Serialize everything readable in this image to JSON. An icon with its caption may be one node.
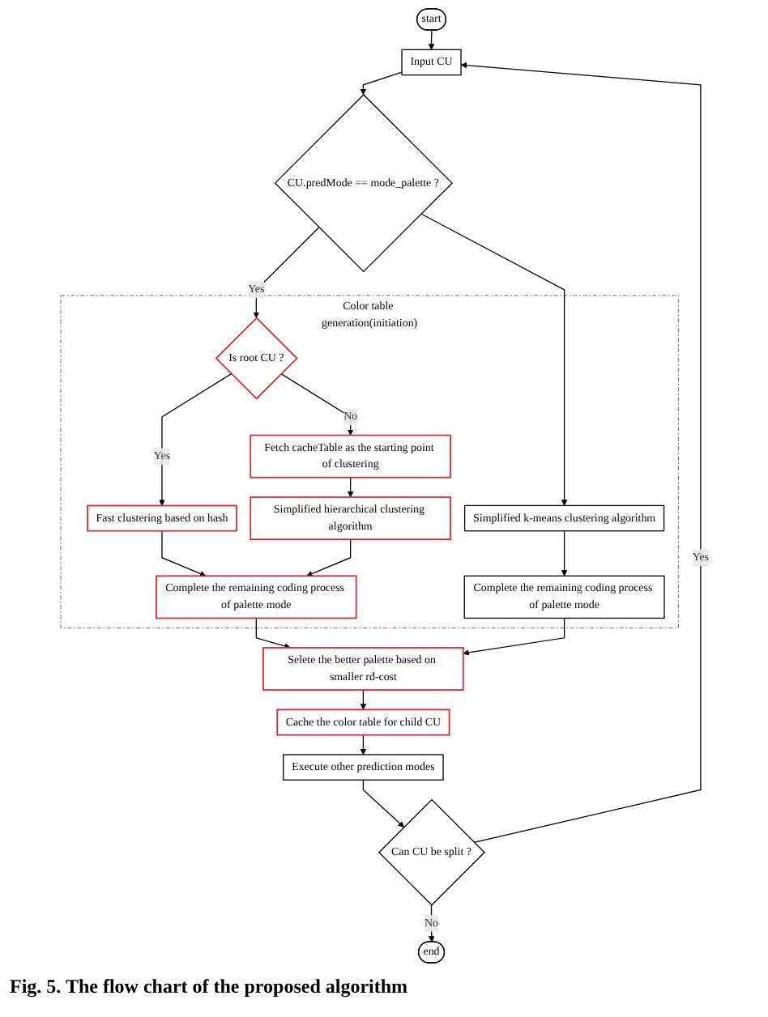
{
  "diagram": {
    "caption": "Fig. 5. The flow chart of the proposed algorithm",
    "nodes": [
      {
        "text": [
          "start"
        ]
      },
      {
        "text": [
          "Input CU"
        ]
      },
      {
        "text": [
          "CU.predMode == mode_palette ?"
        ]
      },
      {
        "text": [
          "Color table generation(initiation)"
        ]
      },
      {
        "text": [
          "Is root CU ?"
        ],
        "in": 3
      },
      {
        "text": [
          "Fast clustering based on hash"
        ],
        "in": 3
      },
      {
        "text": [
          "Fetch cacheTable as the starting point of clustering"
        ],
        "in": 3
      },
      {
        "text": [
          "Simplified hierarchical clustering algorithm"
        ],
        "in": 3
      },
      {
        "text": [
          "Complete the remaining coding process of palette mode"
        ],
        "in": 3
      },
      {
        "text": [
          "Simplified k-means clustering algorithm"
        ],
        "in": 3
      },
      {
        "text": [
          "Complete the remaining coding process of palette mode"
        ],
        "in": 3
      },
      {
        "text": [
          "Selete the better palette based on smaller rd-cost"
        ]
      },
      {
        "text": [
          "Cache the color table for child CU"
        ]
      },
      {
        "text": [
          "Execute other prediction modes"
        ]
      },
      {
        "text": [
          "Can CU be split ?"
        ]
      },
      {
        "text": [
          "end"
        ]
      }
    ],
    "edges": [
      {
        "from": 0,
        "to": 1,
        "arrow": "to"
      },
      {
        "from": 1,
        "to": 2,
        "arrow": "to"
      },
      {
        "from": 2,
        "to": 4,
        "arrow": "to",
        "label": "Yes"
      },
      {
        "from": 2,
        "to": 9,
        "arrow": "to"
      },
      {
        "from": 4,
        "to": 5,
        "arrow": "to",
        "label": "Yes"
      },
      {
        "from": 4,
        "to": 6,
        "arrow": "to",
        "label": "No"
      },
      {
        "from": 6,
        "to": 7,
        "arrow": "to"
      },
      {
        "from": 5,
        "to": 8,
        "arrow": "to"
      },
      {
        "from": 7,
        "to": 8,
        "arrow": "to"
      },
      {
        "from": 9,
        "to": 10,
        "arrow": "to"
      },
      {
        "from": 8,
        "to": 11,
        "arrow": "to"
      },
      {
        "from": 10,
        "to": 11,
        "arrow": "to"
      },
      {
        "from": 11,
        "to": 12,
        "arrow": "to"
      },
      {
        "from": 12,
        "to": 13,
        "arrow": "to"
      },
      {
        "from": 13,
        "to": 14,
        "arrow": "to"
      },
      {
        "from": 14,
        "to": 1,
        "arrow": "to",
        "label": "Yes"
      },
      {
        "from": 14,
        "to": 15,
        "arrow": "to",
        "label": "No"
      }
    ]
  }
}
